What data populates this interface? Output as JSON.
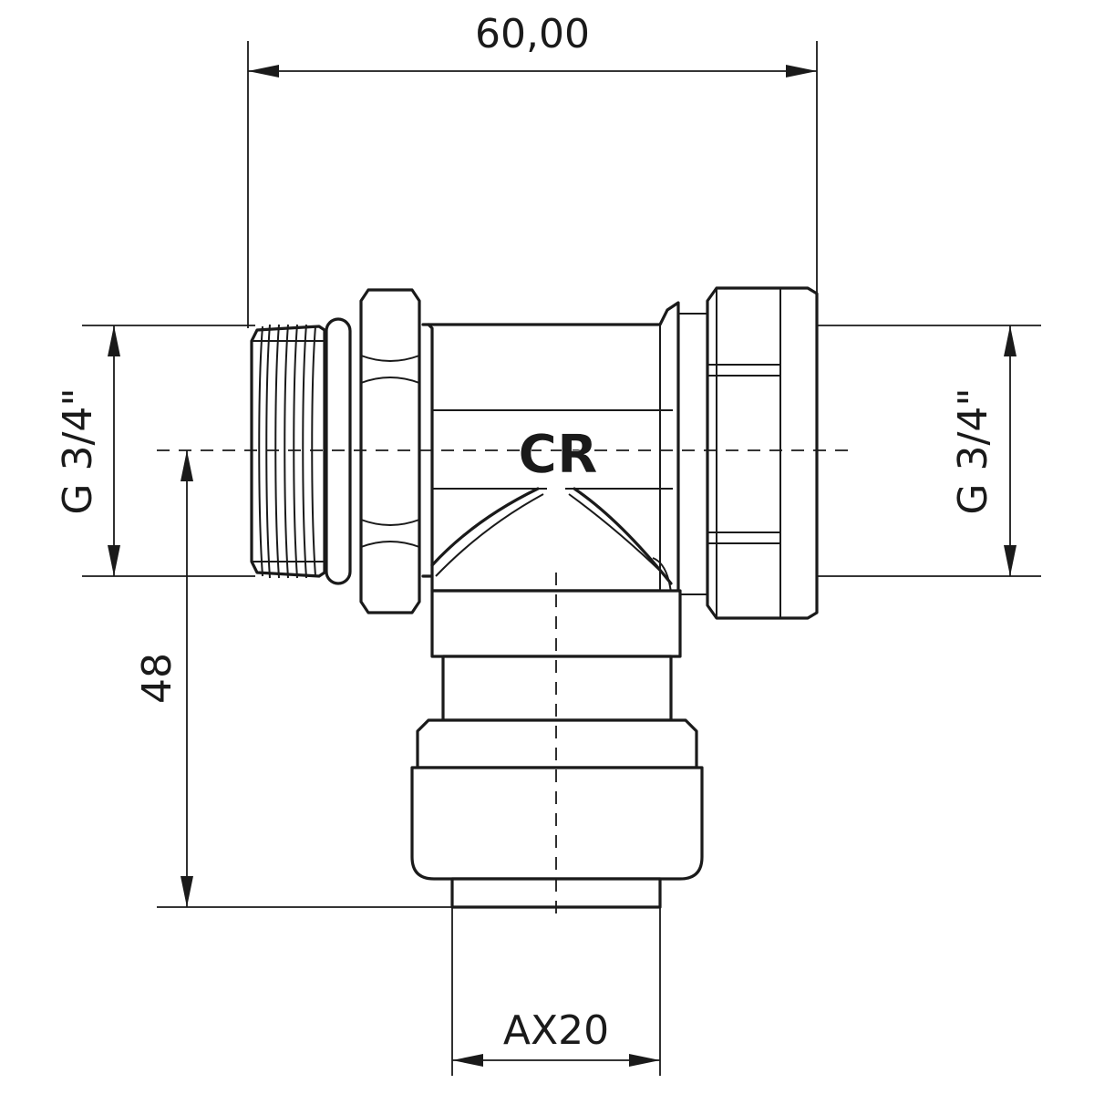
{
  "dimensions": {
    "width_top": "60,00",
    "thread_left": "G 3/4\"",
    "thread_right": "G 3/4\"",
    "height_left": "48",
    "outlet_bottom": "AX20"
  },
  "marking": {
    "logo": "CR"
  }
}
